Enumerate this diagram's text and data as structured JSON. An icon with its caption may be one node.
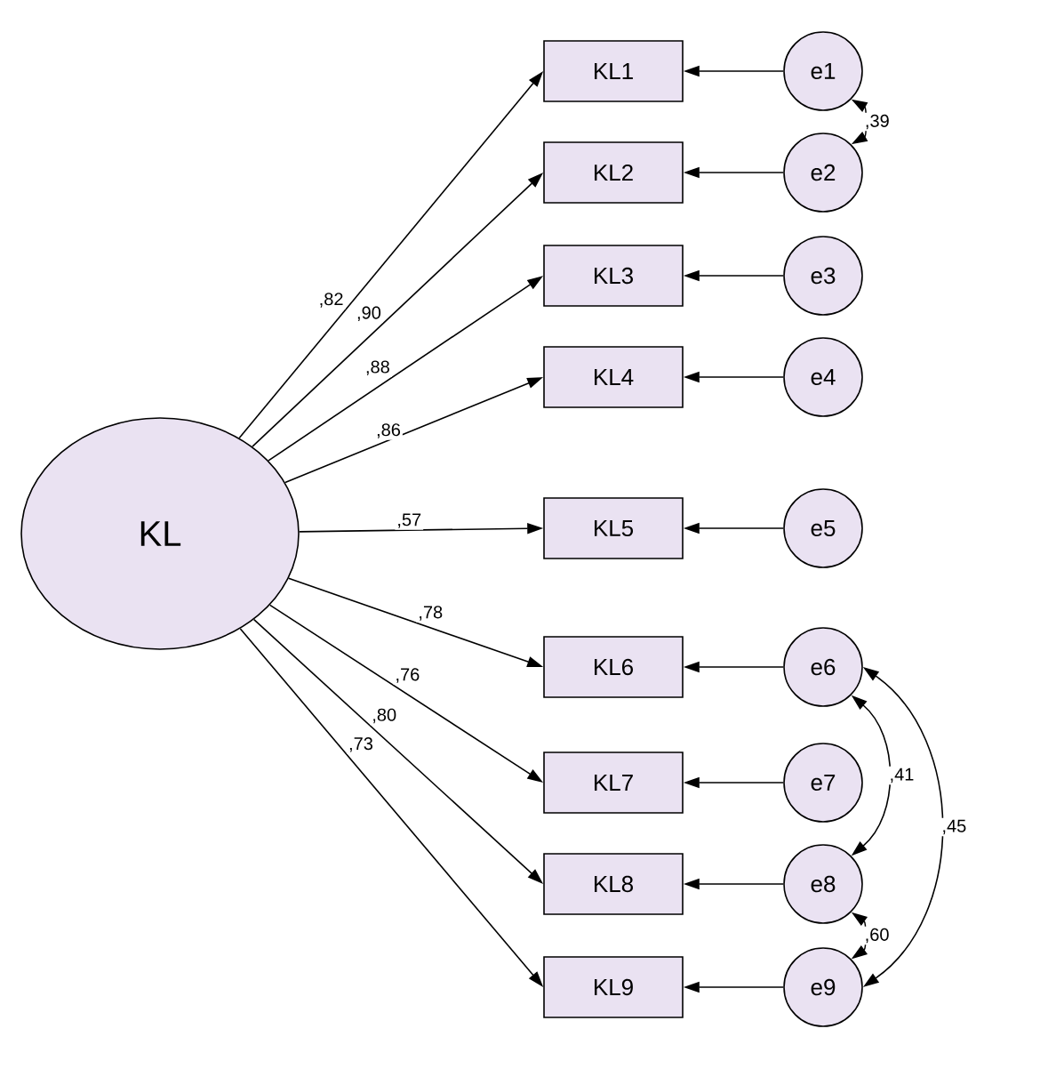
{
  "diagram": {
    "nodes": [
      {
        "text": [
          "KL"
        ]
      },
      {
        "text": [
          "KL1"
        ]
      },
      {
        "text": [
          "KL2"
        ]
      },
      {
        "text": [
          "KL3"
        ]
      },
      {
        "text": [
          "KL4"
        ]
      },
      {
        "text": [
          "KL5"
        ]
      },
      {
        "text": [
          "KL6"
        ]
      },
      {
        "text": [
          "KL7"
        ]
      },
      {
        "text": [
          "KL8"
        ]
      },
      {
        "text": [
          "KL9"
        ]
      },
      {
        "text": [
          "e1"
        ]
      },
      {
        "text": [
          "e2"
        ]
      },
      {
        "text": [
          "e3"
        ]
      },
      {
        "text": [
          "e4"
        ]
      },
      {
        "text": [
          "e5"
        ]
      },
      {
        "text": [
          "e6"
        ]
      },
      {
        "text": [
          "e7"
        ]
      },
      {
        "text": [
          "e8"
        ]
      },
      {
        "text": [
          "e9"
        ]
      }
    ],
    "edges": [
      {
        "from": 0,
        "to": 1,
        "arrow": "to",
        "label": ",82"
      },
      {
        "from": 0,
        "to": 2,
        "arrow": "to",
        "label": ",90"
      },
      {
        "from": 0,
        "to": 3,
        "arrow": "to",
        "label": ",88"
      },
      {
        "from": 0,
        "to": 4,
        "arrow": "to",
        "label": ",86"
      },
      {
        "from": 0,
        "to": 5,
        "arrow": "to",
        "label": ",57"
      },
      {
        "from": 0,
        "to": 6,
        "arrow": "to",
        "label": ",78"
      },
      {
        "from": 0,
        "to": 7,
        "arrow": "to",
        "label": ",76"
      },
      {
        "from": 0,
        "to": 8,
        "arrow": "to",
        "label": ",80"
      },
      {
        "from": 0,
        "to": 9,
        "arrow": "to",
        "label": ",73"
      },
      {
        "from": 10,
        "to": 1,
        "arrow": "to"
      },
      {
        "from": 11,
        "to": 2,
        "arrow": "to"
      },
      {
        "from": 12,
        "to": 3,
        "arrow": "to"
      },
      {
        "from": 13,
        "to": 4,
        "arrow": "to"
      },
      {
        "from": 14,
        "to": 5,
        "arrow": "to"
      },
      {
        "from": 15,
        "to": 6,
        "arrow": "to"
      },
      {
        "from": 16,
        "to": 7,
        "arrow": "to"
      },
      {
        "from": 17,
        "to": 8,
        "arrow": "to"
      },
      {
        "from": 18,
        "to": 9,
        "arrow": "to"
      },
      {
        "from": 10,
        "to": 11,
        "arrow": "both",
        "label": ",39"
      },
      {
        "from": 15,
        "to": 17,
        "arrow": "both",
        "label": ",41"
      },
      {
        "from": 15,
        "to": 18,
        "arrow": "both",
        "label": ",45"
      },
      {
        "from": 17,
        "to": 18,
        "arrow": "both",
        "label": ",60"
      }
    ]
  }
}
